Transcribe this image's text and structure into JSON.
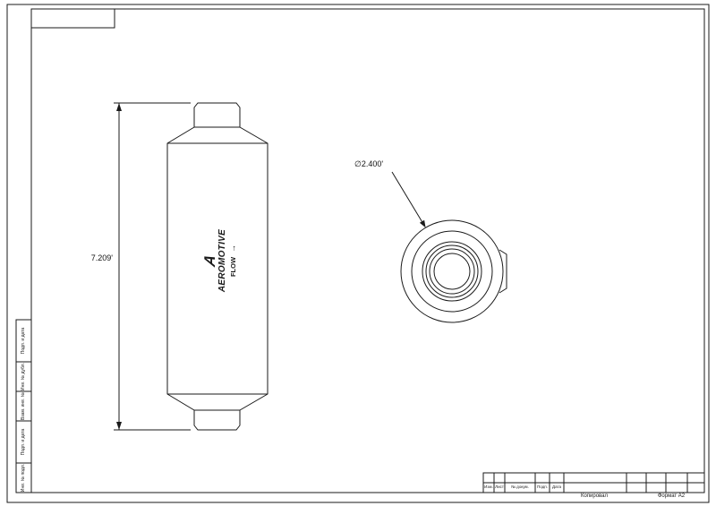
{
  "drawing": {
    "side_view": {
      "length_dimension": "7.209'",
      "logo_mark": "A",
      "logo_text": "AEROMOTIVE",
      "flow_label": "FLOW",
      "flow_arrow": "→"
    },
    "end_view": {
      "diameter_dimension": "∅2.400'"
    }
  },
  "frame": {
    "left_stamps": [
      "Подп. и дата",
      "Инв. № дубл.",
      "Взам. инв. №",
      "Подп. и дата",
      "Инв. № подл."
    ],
    "title_block": {
      "col_izm": "Изм.",
      "col_list": "Лист",
      "col_doc": "№ докум.",
      "col_sign": "Подп.",
      "col_date": "Дата"
    },
    "footer": {
      "copied_label": "Копировал",
      "format_label": "Формат А2"
    }
  },
  "colors": {
    "line": "#1a1a1a",
    "background": "#ffffff"
  }
}
